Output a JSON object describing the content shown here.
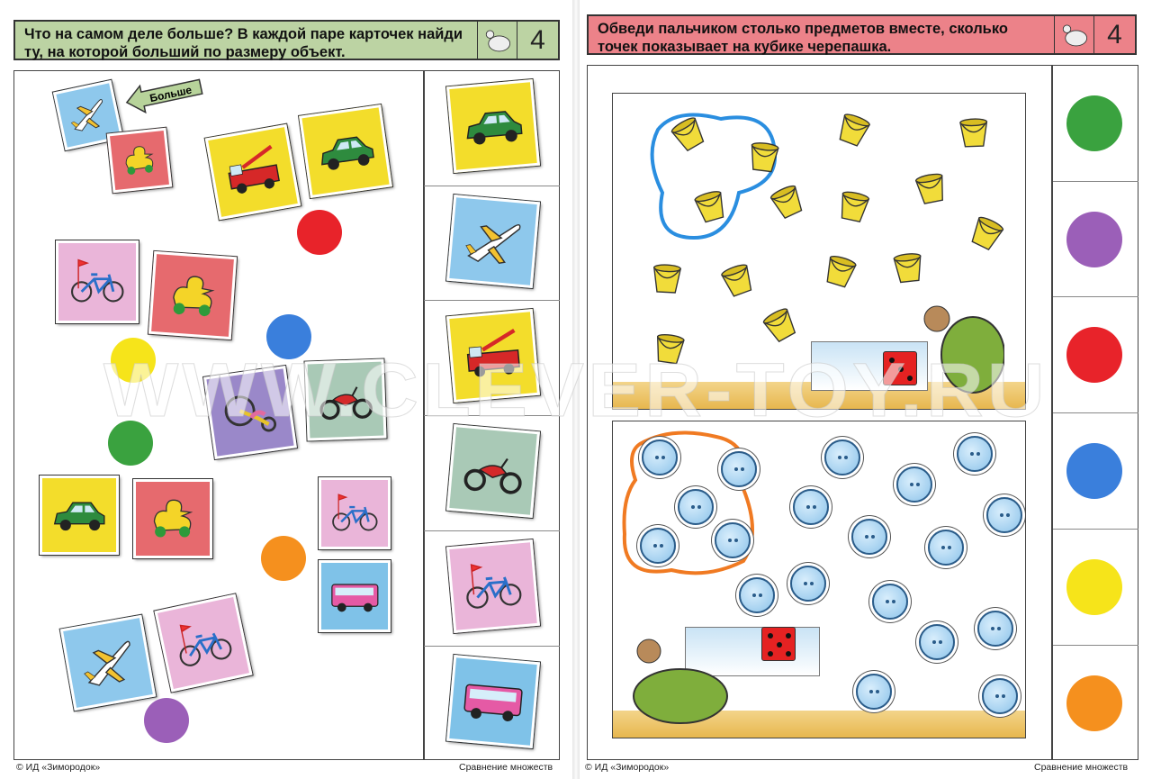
{
  "left_page": {
    "instruction": "Что на самом деле больше? В каждой паре карточек найди ту, на которой больший по размеру объект.",
    "task_number": "4",
    "hint_arrow_label": "Больше",
    "cards": [
      {
        "icon": "plane",
        "bg": "#8ec8ec"
      },
      {
        "icon": "duck",
        "bg": "#e66a6e"
      },
      {
        "icon": "firetruck",
        "bg": "#f3dd2b"
      },
      {
        "icon": "car",
        "bg": "#f3dd2b"
      },
      {
        "icon": "bicycle",
        "bg": "#eab5d9"
      },
      {
        "icon": "duck",
        "bg": "#e66a6e"
      },
      {
        "icon": "tricycle",
        "bg": "#9a88c9"
      },
      {
        "icon": "motorcycle",
        "bg": "#a9c9b6"
      },
      {
        "icon": "car",
        "bg": "#f3dd2b"
      },
      {
        "icon": "duck",
        "bg": "#e66a6e"
      },
      {
        "icon": "bicycle",
        "bg": "#eab5d9"
      },
      {
        "icon": "bus",
        "bg": "#7fc2e8"
      },
      {
        "icon": "plane",
        "bg": "#8ec8ec"
      },
      {
        "icon": "bicycle",
        "bg": "#eab5d9"
      }
    ],
    "dots": [
      "#e8232a",
      "#3a7fdc",
      "#f6e41a",
      "#3aa23f",
      "#f5901e",
      "#9b5fb8"
    ],
    "answer_cards": [
      {
        "icon": "car",
        "bg": "#f3dd2b"
      },
      {
        "icon": "plane",
        "bg": "#8ec8ec"
      },
      {
        "icon": "firetruck",
        "bg": "#f3dd2b"
      },
      {
        "icon": "motorcycle",
        "bg": "#a9c9b6"
      },
      {
        "icon": "bicycle",
        "bg": "#eab5d9"
      },
      {
        "icon": "bus",
        "bg": "#7fc2e8"
      }
    ],
    "footer_publisher": "© ИД «Зимородок»",
    "footer_section": "Сравнение множеств"
  },
  "right_page": {
    "instruction": "Обведи пальчиком столько предметов вместе, сколько точек показывает на кубике черепашка.",
    "task_number": "4",
    "top_picture": {
      "item": "bucket",
      "count": 15,
      "circled": 3,
      "dice_value": 3,
      "circle_color": "#2a8ee0"
    },
    "bottom_picture": {
      "item": "button",
      "count": 19,
      "circled": 5,
      "dice_value": 5,
      "circle_color": "#f07a22"
    },
    "color_dots": [
      "#3aa23f",
      "#9b5fb8",
      "#e8232a",
      "#3a7fdc",
      "#f6e41a",
      "#f5901e"
    ],
    "footer_publisher": "© ИД «Зимородок»",
    "footer_section": "Сравнение множеств"
  },
  "colors": {
    "left_header": "#bcd3a3",
    "right_header": "#ec8289"
  },
  "watermark": "WWW.CLEVER-TOY.RU"
}
